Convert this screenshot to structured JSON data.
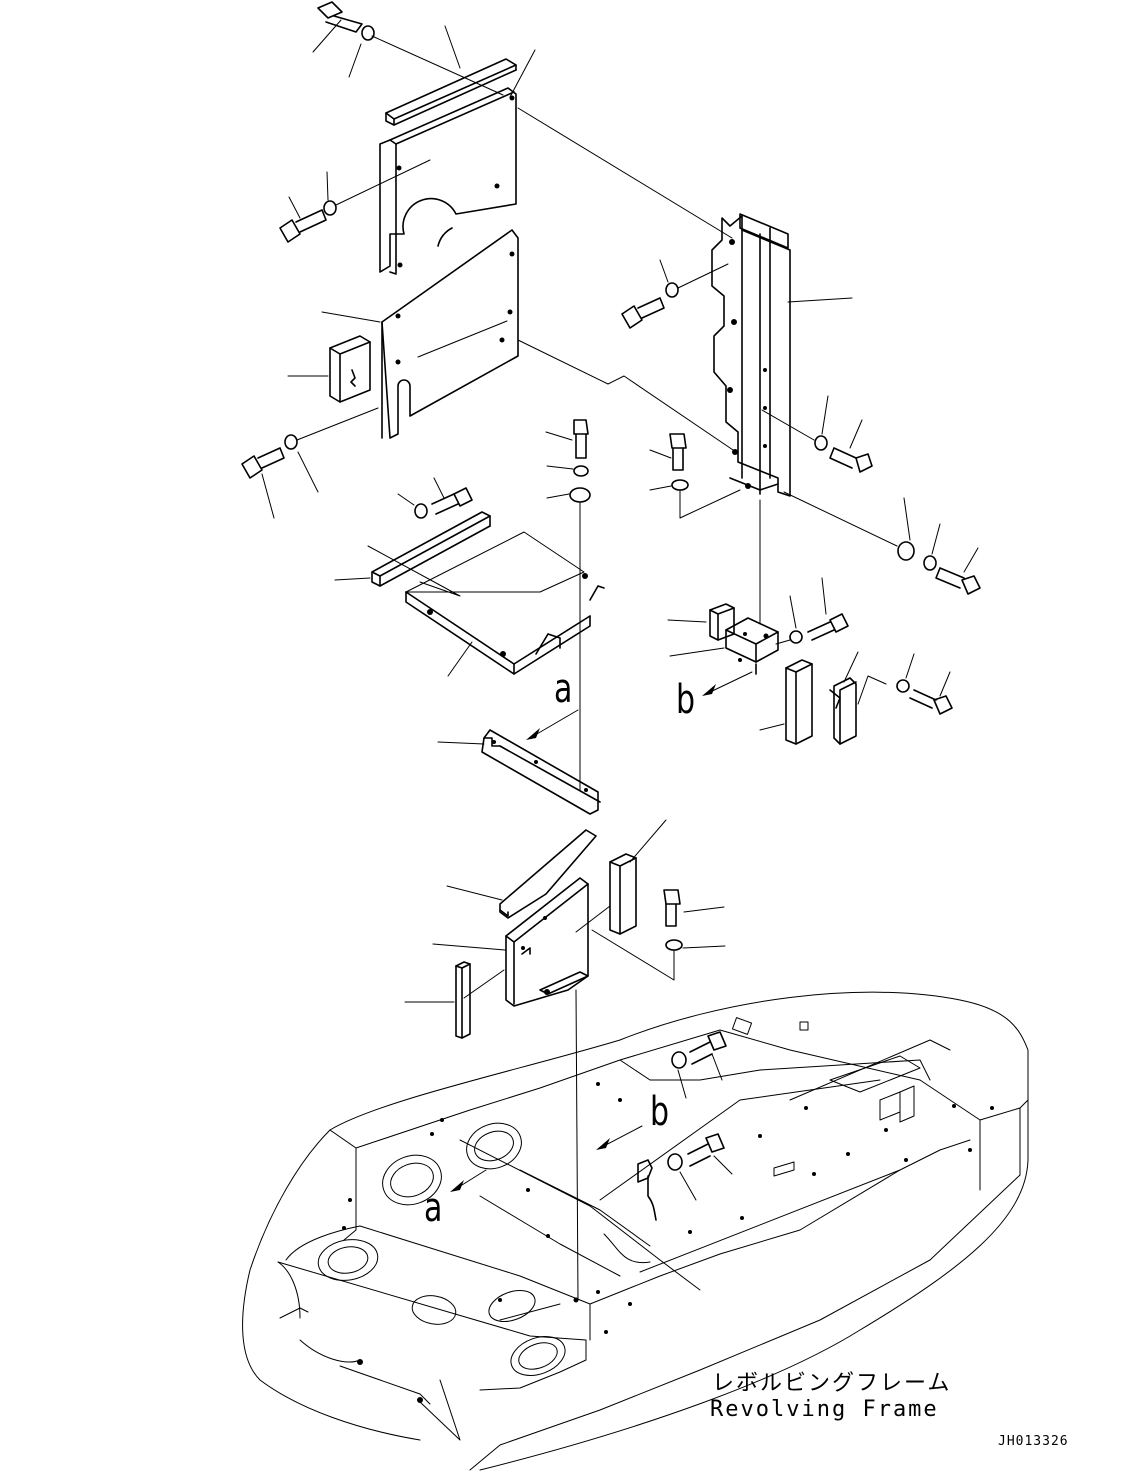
{
  "view_labels": {
    "a_upper": "a",
    "b_upper": "b",
    "b_lower": "b",
    "a_lower": "a"
  },
  "caption": {
    "japanese": "レボルビングフレーム",
    "english": "Revolving Frame"
  },
  "drawing_code": "JH013326"
}
